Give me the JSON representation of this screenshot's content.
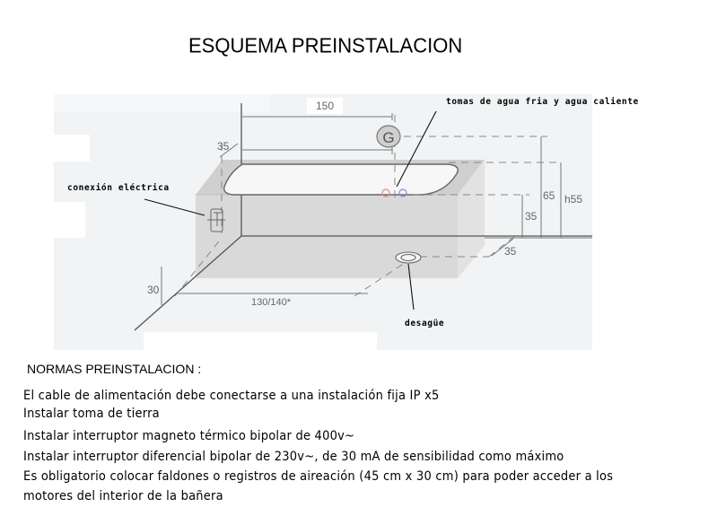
{
  "title": "ESQUEMA PREINSTALACION",
  "diagram": {
    "callouts": {
      "water": "tomas de agua fria y agua caliente",
      "electric": "conexión eléctrica",
      "drain": "desagüe"
    },
    "dimensions": {
      "length_top": "150",
      "wall_offset": "35",
      "height_65": "65",
      "height_h55": "h55",
      "height_35": "35",
      "depth_35": "35",
      "floor_30": "30",
      "length_bottom": "130/140*",
      "gauge_label": "G"
    },
    "colors": {
      "hot_water": "#e08a7a",
      "cold_water": "#7a8fc0",
      "tub_body": "#d6d6d6",
      "background_panel": "#f1f3f5"
    }
  },
  "normas": {
    "heading": "NORMAS PREINSTALACION :",
    "rules": [
      "El cable de alimentación debe conectarse a una instalación fija IP x5",
      "Instalar toma de tierra",
      "Instalar interruptor magneto térmico bipolar de 400v~",
      "Instalar interruptor diferencial bipolar de 230v~, de 30 mA de sensibilidad como máximo",
      "Es obligatorio colocar faldones o registros de aireación (45 cm x 30 cm) para poder acceder a los",
      "motores del interior de la bañera"
    ]
  }
}
